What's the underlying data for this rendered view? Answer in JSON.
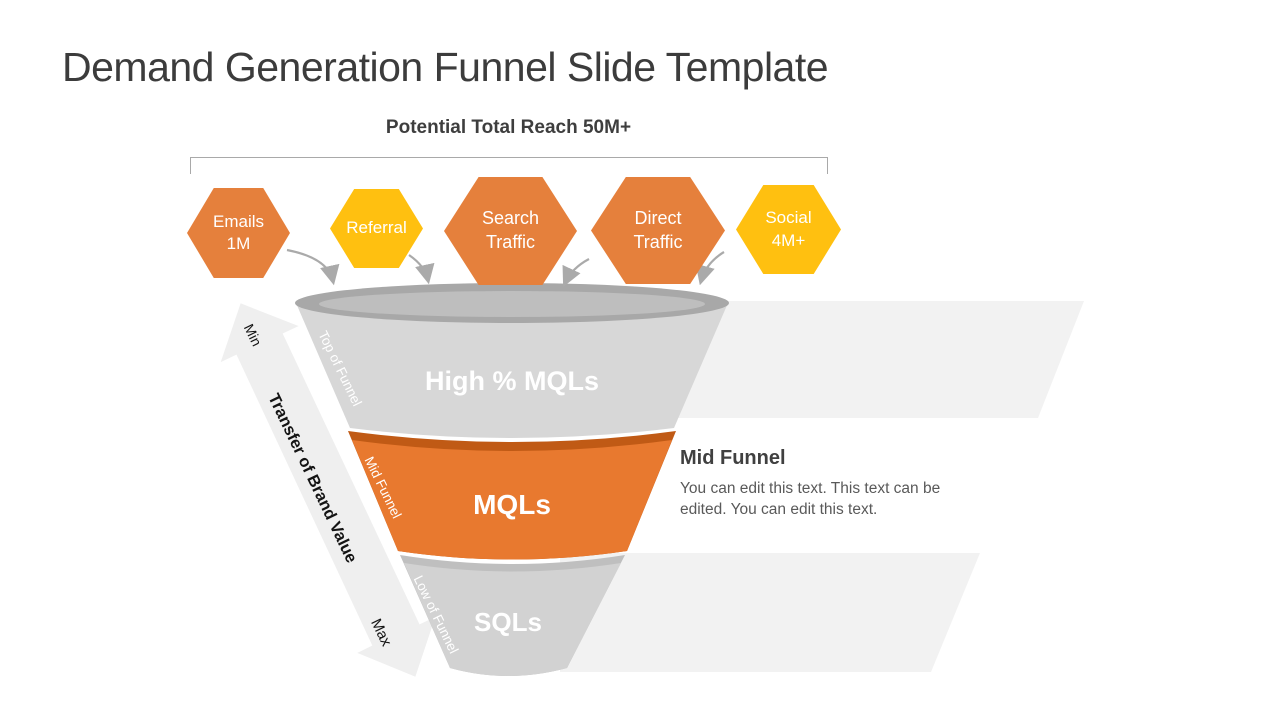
{
  "slide": {
    "title": "Demand Generation Funnel Slide Template"
  },
  "reach": {
    "label": "Potential Total Reach 50M+"
  },
  "sources": [
    {
      "id": "emails",
      "label": "Emails\n1M",
      "color": "#E5803C"
    },
    {
      "id": "referral",
      "label": "Referral",
      "color": "#FFC010"
    },
    {
      "id": "search-traffic",
      "label": "Search\nTraffic",
      "color": "#E5803C"
    },
    {
      "id": "direct-traffic",
      "label": "Direct\nTraffic",
      "color": "#E5803C"
    },
    {
      "id": "social",
      "label": "Social\n4M+",
      "color": "#FFC010"
    }
  ],
  "funnel": {
    "stages": [
      {
        "label": "High % MQLs",
        "side_label": "Top of Funnel",
        "color": "#D7D7D7"
      },
      {
        "label": "MQLs",
        "side_label": "Mid Funnel",
        "color": "#E8792F",
        "rim_color": "#C05A15"
      },
      {
        "label": "SQLs",
        "side_label": "Low of Funnel",
        "color": "#D2D2D2"
      }
    ]
  },
  "value_arrow": {
    "min_label": "Min",
    "max_label": "Max",
    "label": "Transfer of Brand Value"
  },
  "annotation": {
    "heading": "Mid Funnel",
    "body": "You can edit this text. This text can be edited. You can edit this text."
  },
  "colors": {
    "orange": "#E5803C",
    "yellow": "#FFC010",
    "dark_orange": "#C05A15",
    "funnel_gray_top": "#D7D7D7",
    "funnel_gray_bottom": "#D2D2D2",
    "rim_gray": "#A8A8A8",
    "band_gray": "#F2F2F2",
    "connector_gray": "#AAAAAA",
    "title_gray": "#3C3C3C",
    "body_gray": "#595959"
  }
}
